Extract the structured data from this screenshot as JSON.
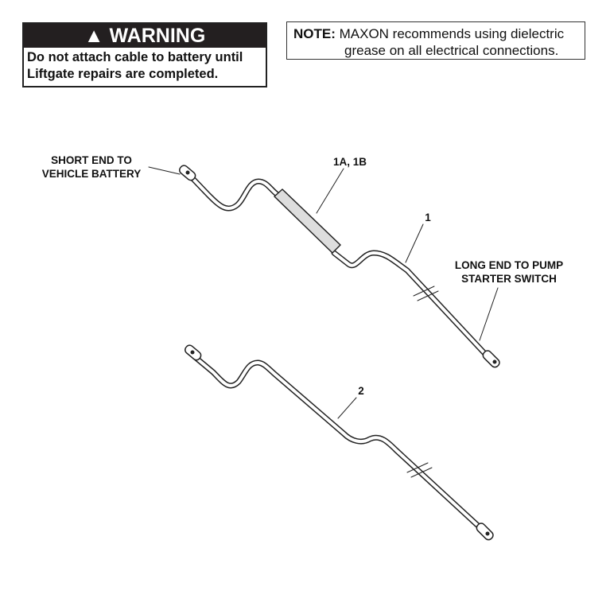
{
  "warning": {
    "title": "WARNING",
    "icon": "warning-triangle-icon",
    "message_line1": "Do not attach cable to battery until",
    "message_line2": "Liftgate repairs are completed."
  },
  "note": {
    "label": "NOTE:",
    "line1": "MAXON recommends using dielectric",
    "line2": "grease on all electrical connections."
  },
  "callouts": {
    "short_end_1": "SHORT END TO",
    "short_end_2": "VEHICLE BATTERY",
    "fuse": "1A, 1B",
    "cable1": "1",
    "long_end_1": "LONG END TO PUMP",
    "long_end_2": "STARTER SWITCH",
    "cable2": "2"
  }
}
